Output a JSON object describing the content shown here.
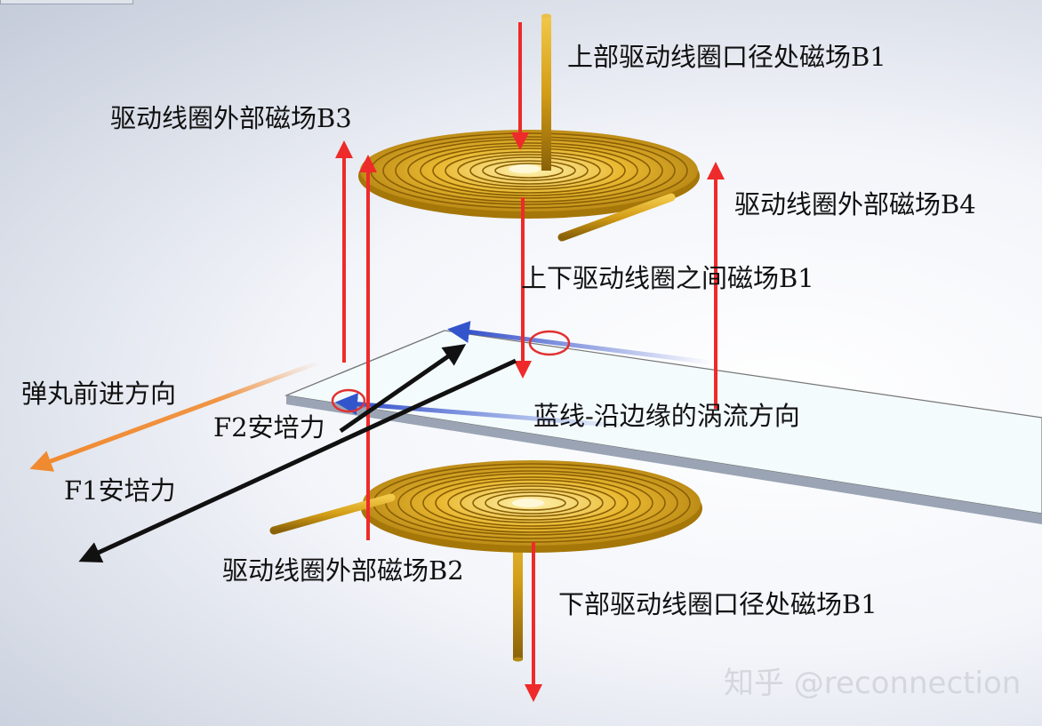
{
  "labels": {
    "upper_coil_b1": "上部驱动线圈口径处磁场B1",
    "b3": "驱动线圈外部磁场B3",
    "b4": "驱动线圈外部磁场B4",
    "between_b1": "上下驱动线圈之间磁场B1",
    "projectile_direction": "弹丸前进方向",
    "f2": "F2安培力",
    "eddy": "蓝线-沿边缘的涡流方向",
    "f1": "F1安培力",
    "b2": "驱动线圈外部磁场B2",
    "lower_coil_b1": "下部驱动线圈口径处磁场B1"
  },
  "watermark": "知乎 @reconnection",
  "colors": {
    "field_arrow": "#ee2a2a",
    "eddy_current": "#3355cc",
    "force_arrow": "#111111",
    "direction_arrow": "#f08a30",
    "coil": "#c9970f",
    "marker_circle": "#e23030"
  },
  "icons": [
    "coil-icon",
    "arrow-icon",
    "circle-marker"
  ]
}
